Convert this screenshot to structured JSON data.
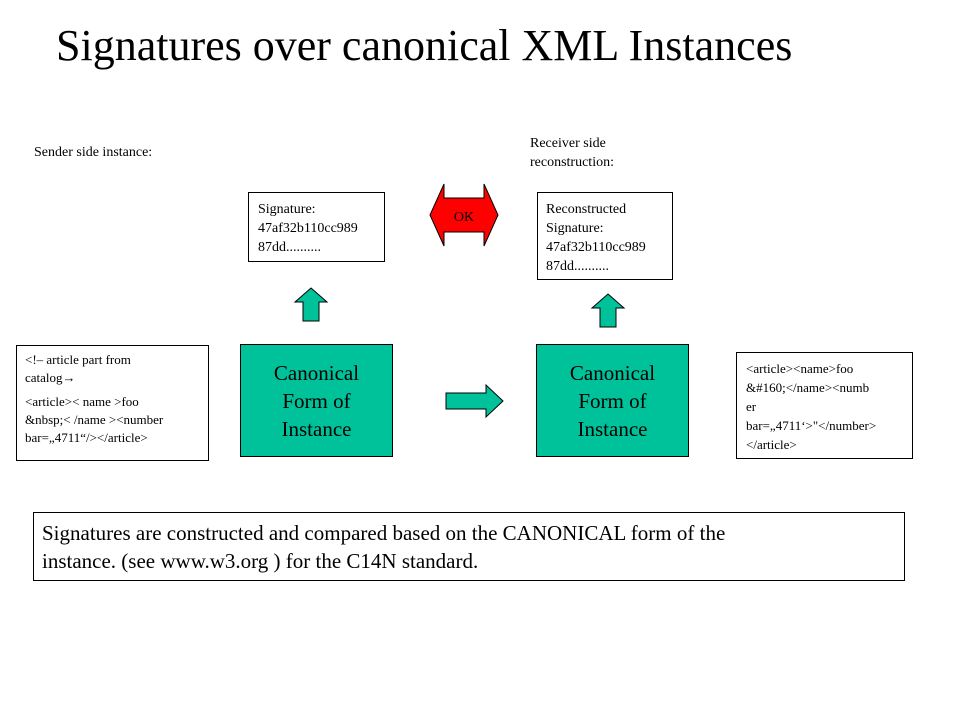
{
  "title": "Signatures over canonical XML Instances",
  "sender_label": "Sender side instance:",
  "receiver_label": [
    "Receiver side",
    "reconstruction:"
  ],
  "signature_box": [
    "Signature:",
    "47af32b110cc989",
    "87dd.........."
  ],
  "ok_label": "OK",
  "reconstructed_box": [
    "Reconstructed",
    "Signature:",
    "47af32b110cc989",
    "87dd.........."
  ],
  "sender_instance": {
    "comment": [
      "<!– article part from",
      "catalog→"
    ],
    "code": [
      "<article>< name >foo",
      "&nbsp;< /name ><number",
      "bar=„4711“/></article>"
    ]
  },
  "canonical_left": [
    "Canonical",
    "Form of",
    "Instance"
  ],
  "canonical_right": [
    "Canonical",
    "Form of",
    "Instance"
  ],
  "receiver_instance": [
    "<article><name>foo",
    "&#160;</name><numb",
    "er",
    "bar=„4711‘>\"</number>",
    "</article>"
  ],
  "note": [
    "Signatures are constructed and compared based on the CANONICAL form of the",
    "instance. (see www.w3.org ) for the C14N standard."
  ],
  "colors": {
    "canonical_fill": "#00c29a",
    "ok_fill": "#ff0000",
    "arrow_fill": "#00c29a"
  }
}
